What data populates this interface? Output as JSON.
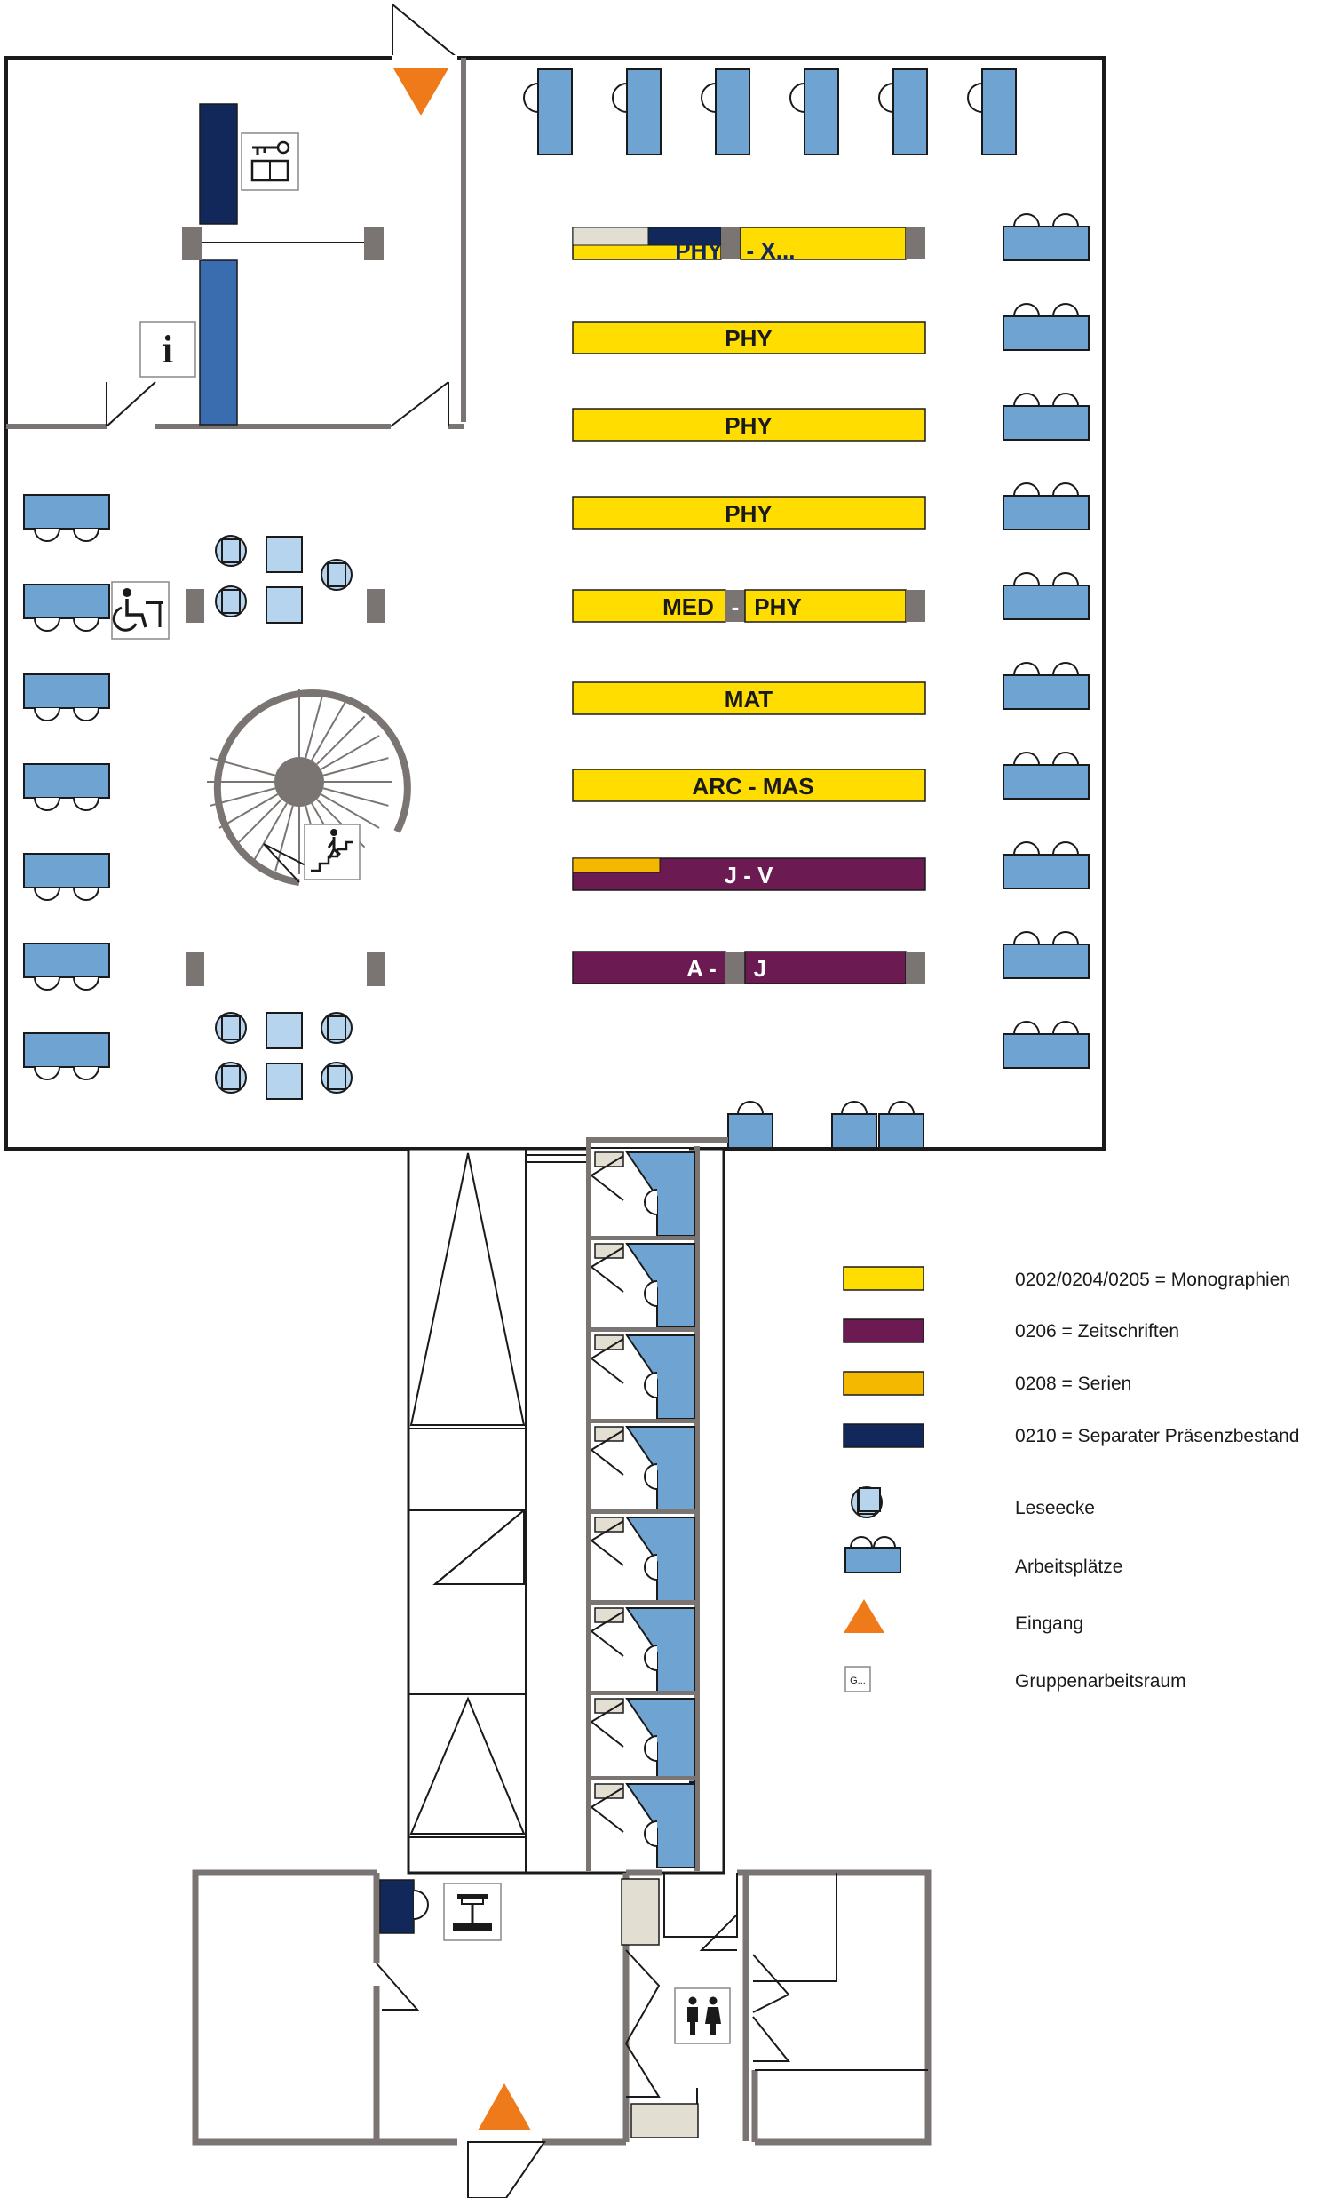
{
  "colors": {
    "monographien": "#FFDD00",
    "zeitschriften": "#6B1A52",
    "serien": "#F5B800",
    "praesenz": "#13285A",
    "furniture": "#6FA3D2",
    "lounge": "#B7D4EF",
    "wall": "#7A7572",
    "entrance": "#EF7A1A",
    "grey_shelf": "#E2DED2"
  },
  "shelves": {
    "row1_left": "PHY",
    "row1_right": "- X...",
    "row2": "PHY",
    "row3": "PHY",
    "row4": "PHY",
    "row5_left": "MED",
    "row5_dash": "-",
    "row5_right": "PHY",
    "row6": "MAT",
    "row7": "ARC - MAS",
    "row8": "J - V",
    "row9_left": "A -",
    "row9_right": "J"
  },
  "icons": {
    "info": "i",
    "group_room_sample": "G..."
  },
  "legend": {
    "monographien": "0202/0204/0205 = Monographien",
    "zeitschriften": "0206 = Zeitschriften",
    "serien": "0208 = Serien",
    "praesenz": "0210 = Separater Präsenzbestand",
    "leseecke": "Leseecke",
    "arbeitsplaetze": "Arbeitsplätze",
    "eingang": "Eingang",
    "gruppenarbeitsraum": "Gruppenarbeitsraum"
  }
}
